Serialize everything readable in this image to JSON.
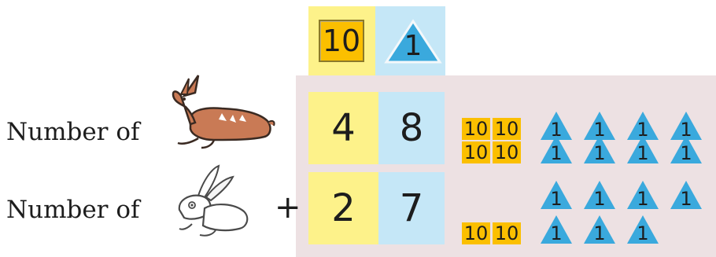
{
  "header": {
    "tens_label": "10",
    "ones_label": "1"
  },
  "rows": [
    {
      "label": "Number of",
      "animal": "deer",
      "tens": "4",
      "ones": "8"
    },
    {
      "label": "Number of",
      "animal": "rabbit",
      "tens": "2",
      "ones": "7"
    }
  ],
  "operator": "+",
  "tile_ten": "10",
  "tile_one": "1",
  "colors": {
    "tens_bg": "#fdf28a",
    "ones_bg": "#c5e7f7",
    "panel_bg": "#ede1e3",
    "ten_tile": "#fbbf00",
    "one_triangle": "#3aa9dd"
  }
}
